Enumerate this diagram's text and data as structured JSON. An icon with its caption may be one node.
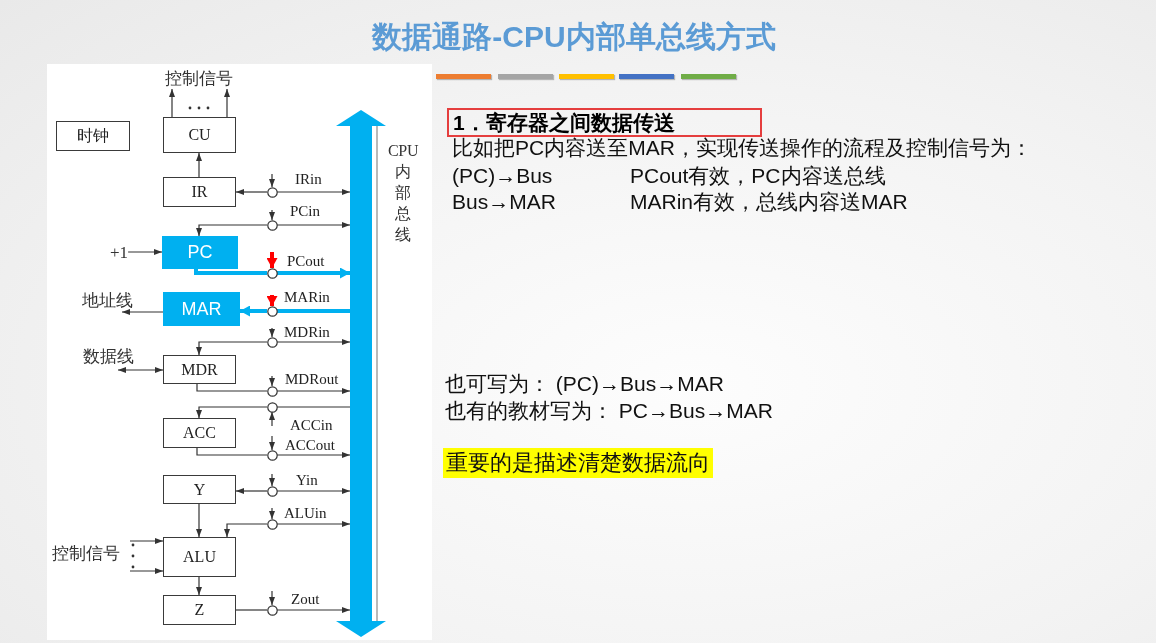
{
  "diagram": {
    "title": "数据通路-CPU内部单总线方式",
    "nodes": [
      {
        "text": [
          "控制信号"
        ]
      },
      {
        "text": [
          "时钟"
        ]
      },
      {
        "text": [
          "CU"
        ]
      },
      {
        "text": [
          "IR"
        ]
      },
      {
        "text": [],
        "shape": "circle"
      },
      {
        "text": [],
        "shape": "circle"
      },
      {
        "text": [
          "+1"
        ]
      },
      {
        "text": [
          "PC"
        ]
      },
      {
        "text": [],
        "shape": "circle"
      },
      {
        "text": [
          "地址线"
        ]
      },
      {
        "text": [
          "MAR"
        ]
      },
      {
        "text": [],
        "shape": "circle"
      },
      {
        "text": [],
        "shape": "circle"
      },
      {
        "text": [
          "数据线"
        ]
      },
      {
        "text": [
          "MDR"
        ]
      },
      {
        "text": [],
        "shape": "circle"
      },
      {
        "text": [],
        "shape": "circle"
      },
      {
        "text": [
          "ACC"
        ]
      },
      {
        "text": [],
        "shape": "circle"
      },
      {
        "text": [
          "Y"
        ]
      },
      {
        "text": [],
        "shape": "circle"
      },
      {
        "text": [],
        "shape": "circle"
      },
      {
        "text": [
          "控制信号"
        ]
      },
      {
        "text": [
          "ALU"
        ]
      },
      {
        "text": [
          "Z"
        ]
      },
      {
        "text": [],
        "shape": "circle"
      },
      {
        "text": [],
        "shape": "bar",
        "beside": [
          "CPU内部总线"
        ]
      }
    ],
    "edges": [
      {
        "from": 2,
        "to": 0,
        "arrow": "to"
      },
      {
        "from": 2,
        "to": 0,
        "arrow": "to"
      },
      {
        "from": 3,
        "to": 2,
        "arrow": "to"
      },
      {
        "from": null,
        "to": 4,
        "arrow": "to"
      },
      {
        "from": 4,
        "to": 3,
        "arrow": "to"
      },
      {
        "from": 4,
        "to": 26,
        "arrow": "to"
      },
      {
        "from": null,
        "to": 5,
        "arrow": "to"
      },
      {
        "from": 5,
        "to": 7,
        "arrow": "to"
      },
      {
        "from": 5,
        "to": 26,
        "arrow": "to"
      },
      {
        "from": 6,
        "to": 7,
        "arrow": "to"
      },
      {
        "from": null,
        "to": 8,
        "arrow": "to",
        "style": "thick",
        "color": "#ff0000"
      },
      {
        "from": 7,
        "to": 8,
        "arrow": "none",
        "style": "thick",
        "color": "#00b0f0"
      },
      {
        "from": 8,
        "to": 26,
        "arrow": "to",
        "style": "thick",
        "color": "#00b0f0"
      },
      {
        "from": 10,
        "to": 9,
        "arrow": "to"
      },
      {
        "from": null,
        "to": 11,
        "arrow": "to",
        "style": "thick",
        "color": "#ff0000"
      },
      {
        "from": 26,
        "to": 11,
        "arrow": "none",
        "style": "thick",
        "color": "#00b0f0"
      },
      {
        "from": 11,
        "to": 10,
        "arrow": "to",
        "style": "thick",
        "color": "#00b0f0"
      },
      {
        "from": null,
        "to": 12,
        "arrow": "to"
      },
      {
        "from": 12,
        "to": 14,
        "arrow": "to"
      },
      {
        "from": 12,
        "to": 26,
        "arrow": "to"
      },
      {
        "from": 14,
        "to": 13,
        "arrow": "both"
      },
      {
        "from": null,
        "to": 15,
        "arrow": "to"
      },
      {
        "from": 14,
        "to": 15,
        "arrow": "none"
      },
      {
        "from": 15,
        "to": 26,
        "arrow": "to"
      },
      {
        "from": null,
        "to": 16,
        "arrow": "to"
      },
      {
        "from": 26,
        "to": 16,
        "arrow": "none"
      },
      {
        "from": 16,
        "to": 17,
        "arrow": "to"
      },
      {
        "from": null,
        "to": 18,
        "arrow": "to"
      },
      {
        "from": 17,
        "to": 18,
        "arrow": "none"
      },
      {
        "from": 18,
        "to": 26,
        "arrow": "to"
      },
      {
        "from": null,
        "to": 20,
        "arrow": "to"
      },
      {
        "from": 20,
        "to": 19,
        "arrow": "to"
      },
      {
        "from": 20,
        "to": 26,
        "arrow": "to"
      },
      {
        "from": 19,
        "to": 23,
        "arrow": "to"
      },
      {
        "from": null,
        "to": 21,
        "arrow": "to"
      },
      {
        "from": 21,
        "to": 23,
        "arrow": "to"
      },
      {
        "from": 21,
        "to": 26,
        "arrow": "to"
      },
      {
        "from": 22,
        "to": 23,
        "arrow": "to"
      },
      {
        "from": 22,
        "to": 23,
        "arrow": "to"
      },
      {
        "from": 23,
        "to": 24,
        "arrow": "to"
      },
      {
        "from": null,
        "to": 25,
        "arrow": "to"
      },
      {
        "from": 24,
        "to": 25,
        "arrow": "none"
      },
      {
        "from": 25,
        "to": 26,
        "arrow": "to"
      }
    ],
    "labels": [
      "IRin",
      "PCin",
      "PCout",
      "MARin",
      "MDRin",
      "MDRout",
      "ACCin",
      "ACCout",
      "Yin",
      "ALUin",
      "Zout",
      "1．寄存器之间数据传送",
      "比如把PC内容送至MAR，实现传送操作的流程及控制信号为：",
      "(PC)→Bus",
      "PCout有效，PC内容送总线",
      "Bus→MAR",
      "MARin有效，总线内容送MAR",
      "也可写为： (PC)→Bus→MAR",
      "也有的教材写为： PC→Bus→MAR",
      "重要的是描述清楚数据流向"
    ]
  }
}
